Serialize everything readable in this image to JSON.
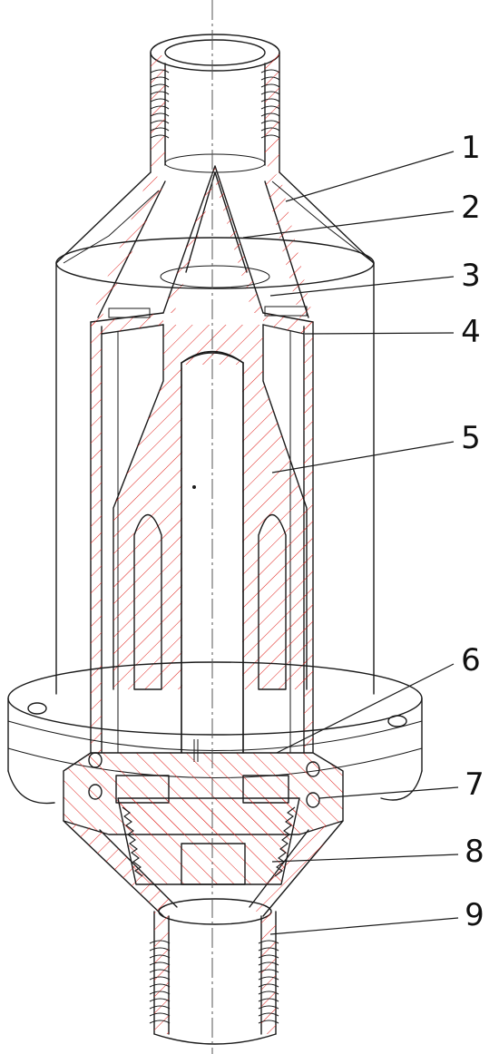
{
  "figure": {
    "accent_colors": {
      "section_hatch": "#e0201b",
      "outline": "#1a1a1a"
    },
    "callouts": [
      {
        "id": "1",
        "label": "1"
      },
      {
        "id": "2",
        "label": "2"
      },
      {
        "id": "3",
        "label": "3"
      },
      {
        "id": "4",
        "label": "4"
      },
      {
        "id": "5",
        "label": "5"
      },
      {
        "id": "6",
        "label": "6"
      },
      {
        "id": "7",
        "label": "7"
      },
      {
        "id": "8",
        "label": "8"
      },
      {
        "id": "9",
        "label": "9"
      }
    ]
  }
}
